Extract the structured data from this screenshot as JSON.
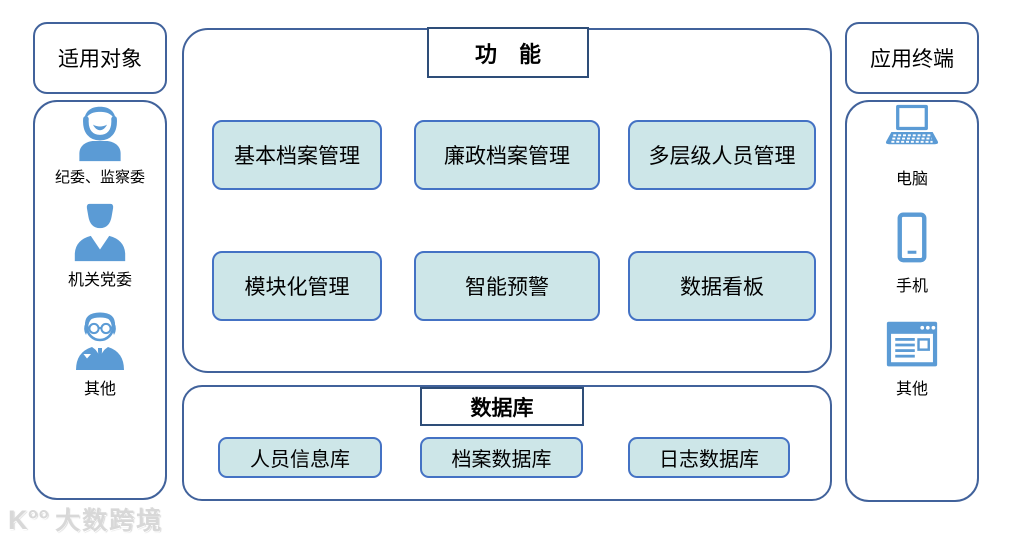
{
  "left_panel": {
    "title": "适用对象",
    "items": [
      {
        "icon": "bearded-user-icon",
        "label": "纪委、监察委"
      },
      {
        "icon": "user-icon",
        "label": "机关党委"
      },
      {
        "icon": "glasses-user-icon",
        "label": "其他"
      }
    ]
  },
  "function_panel": {
    "title": "功　能",
    "boxes": [
      "基本档案管理",
      "廉政档案管理",
      "多层级人员管理",
      "模块化管理",
      "智能预警",
      "数据看板"
    ]
  },
  "database_panel": {
    "title": "数据库",
    "boxes": [
      "人员信息库",
      "档案数据库",
      "日志数据库"
    ]
  },
  "right_panel": {
    "title": "应用终端",
    "items": [
      {
        "icon": "laptop-icon",
        "label": "电脑"
      },
      {
        "icon": "phone-icon",
        "label": "手机"
      },
      {
        "icon": "browser-icon",
        "label": "其他"
      }
    ]
  },
  "watermark": {
    "logo": "K°°",
    "text": "大数跨境"
  },
  "colors": {
    "icon_blue": "#5b9bd5",
    "panel_border": "#41629b",
    "tab_border": "#2e4d78",
    "box_fill": "#cde6e8",
    "box_border": "#4472c4"
  }
}
